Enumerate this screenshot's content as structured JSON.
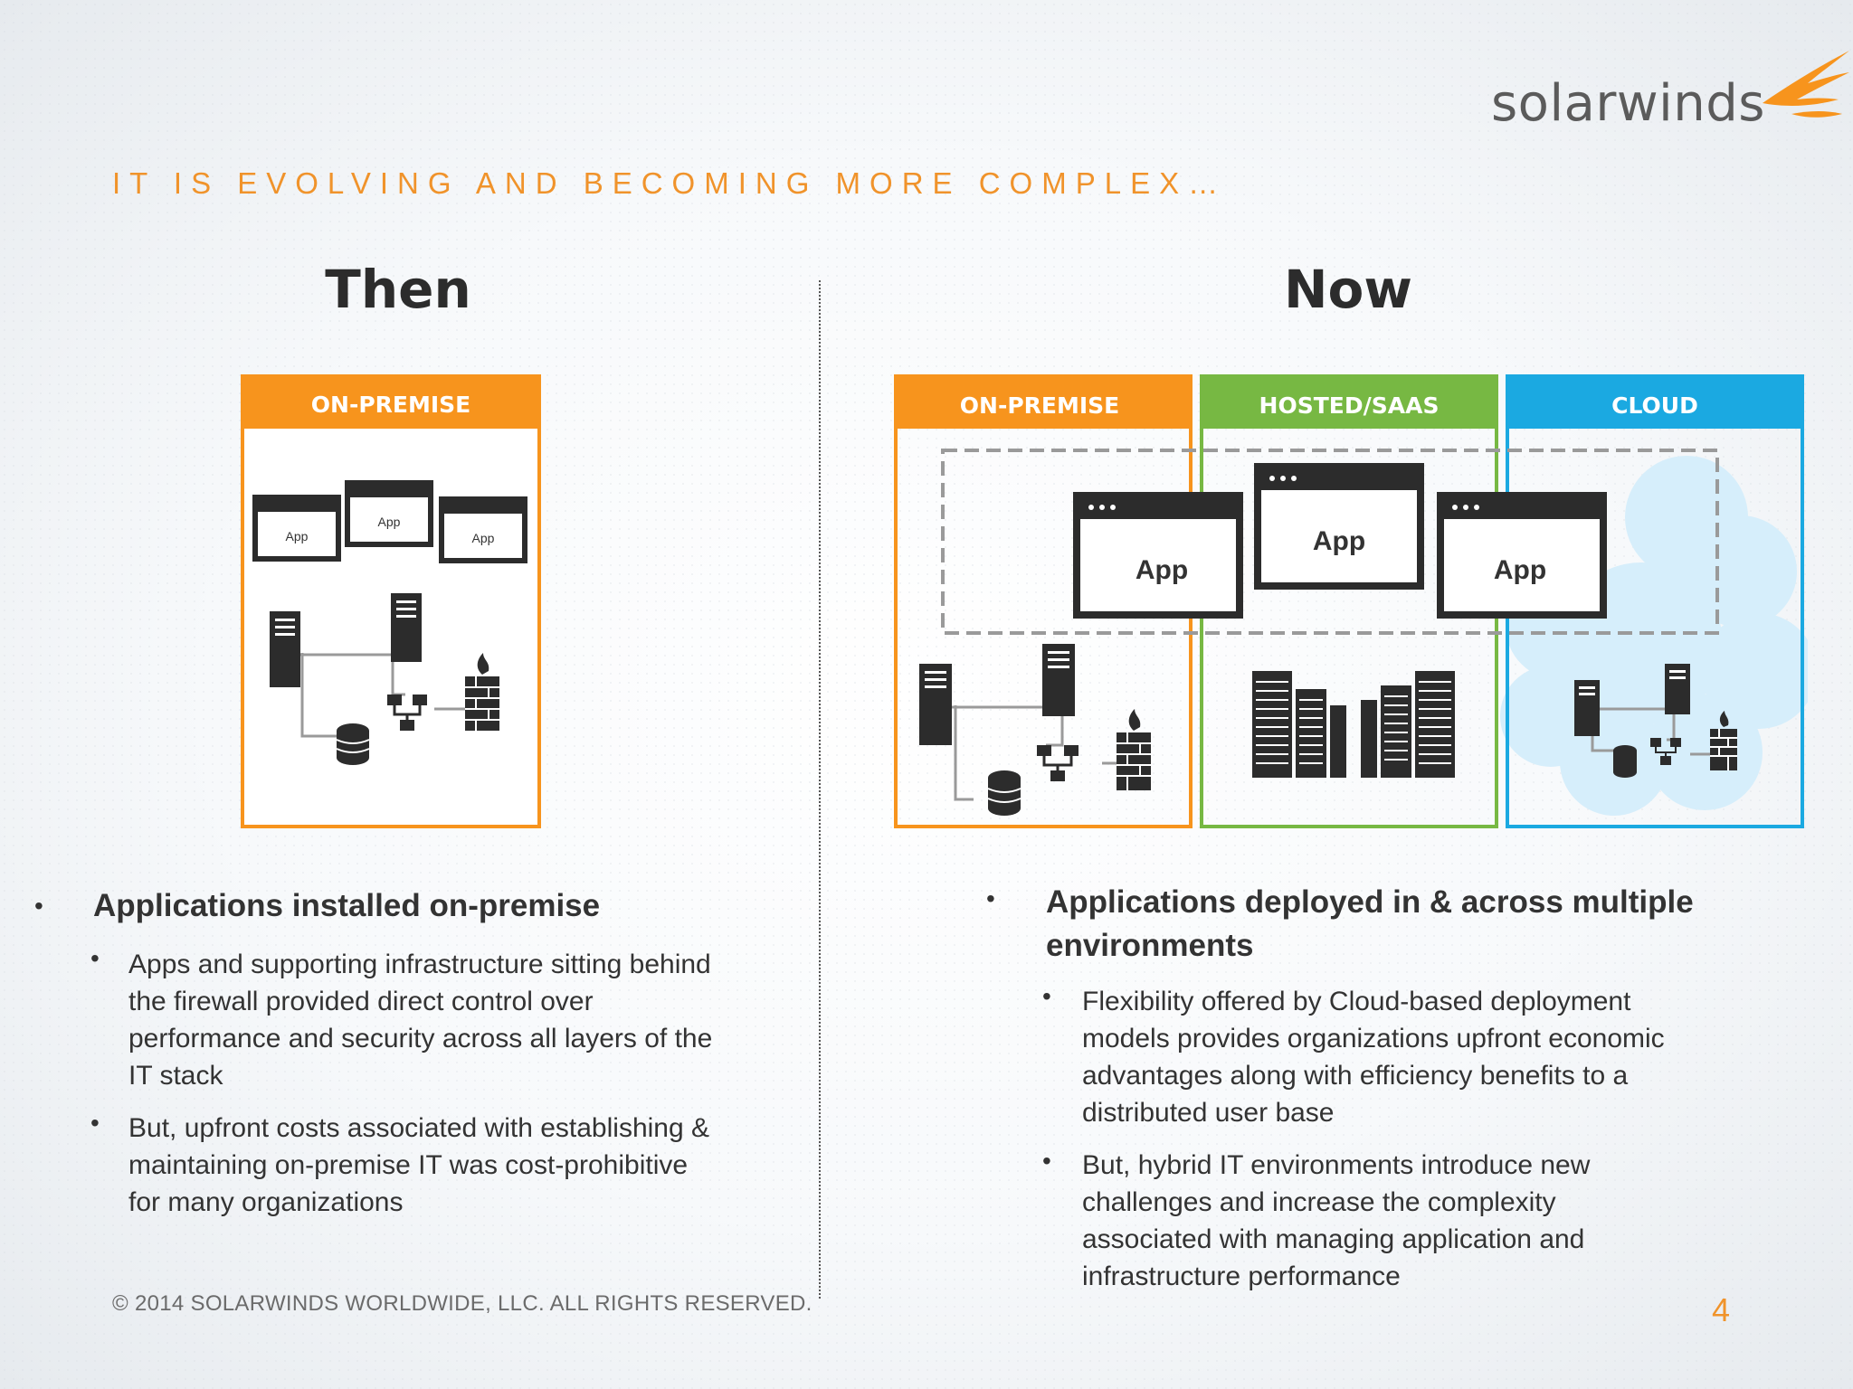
{
  "brand": {
    "name": "solarwinds",
    "accent": "#f0932b"
  },
  "slide_title": "IT IS EVOLVING AND BECOMING MORE COMPLEX…",
  "then": {
    "heading": "Then",
    "diagram": {
      "environments": [
        {
          "label": "ON-PREMISE",
          "color": "#f7941d"
        }
      ],
      "apps": [
        "App",
        "App",
        "App"
      ]
    },
    "bullet": {
      "text": "Applications installed on-premise",
      "sub": [
        [
          "Apps and supporting infrastructure sitting behind",
          "the firewall provided direct control over",
          "performance and security across all layers of the",
          "IT stack"
        ],
        [
          "But, upfront costs associated with establishing &",
          "maintaining on-premise IT was cost-prohibitive",
          "for many organizations"
        ]
      ]
    }
  },
  "now": {
    "heading": "Now",
    "diagram": {
      "environments": [
        {
          "label": "ON-PREMISE",
          "color": "#f7941d"
        },
        {
          "label": "HOSTED/SAAS",
          "color": "#77b843"
        },
        {
          "label": "CLOUD",
          "color": "#1ba9e1"
        }
      ],
      "apps": [
        "App",
        "App",
        "App"
      ]
    },
    "bullet": {
      "text": [
        "Applications deployed in & across multiple",
        "environments"
      ],
      "sub": [
        [
          "Flexibility offered by Cloud-based deployment",
          "models provides organizations upfront economic",
          "advantages along with efficiency benefits to a",
          "distributed user base"
        ],
        [
          "But, hybrid IT environments introduce new",
          "challenges and increase the complexity",
          "associated with managing application and",
          "infrastructure performance"
        ]
      ]
    }
  },
  "footer": {
    "copyright": "© 2014 SOLARWINDS WORLDWIDE, LLC.  ALL RIGHTS RESERVED.",
    "page_number": "4"
  }
}
